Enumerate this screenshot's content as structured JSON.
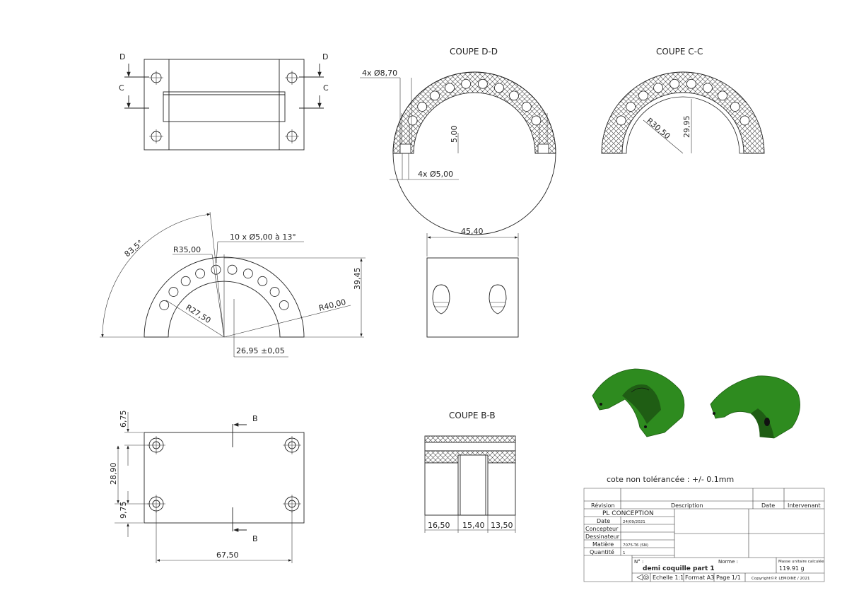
{
  "views": {
    "front": {
      "label_d": "D",
      "label_c": "C"
    },
    "section_dd": {
      "title": "COUPE D-D",
      "dim_holes_top": "4x Ø8,70",
      "dim_depth": "5,00",
      "dim_holes_bottom": "4x Ø5,00"
    },
    "section_cc": {
      "title": "COUPE C-C",
      "dim_radius": "R30,50",
      "dim_height": "29,95"
    },
    "arc_view": {
      "dim_angle": "83,5°",
      "dim_r35": "R35,00",
      "dim_holes": "10 x Ø5,00 à 13°",
      "dim_r27": "R27,50",
      "dim_r40": "R40,00",
      "dim_height": "39,45",
      "dim_offset": "26,95 ±0,05"
    },
    "side_view": {
      "dim_width": "45,40"
    },
    "bottom_view": {
      "dim_top": "6,75",
      "dim_mid": "28,90",
      "dim_low": "9,75",
      "dim_width": "67,50",
      "label_b": "B"
    },
    "section_bb": {
      "title": "COUPE B-B",
      "dim_a": "16,50",
      "dim_b": "15,40",
      "dim_c": "13,50"
    }
  },
  "note": "cote non tolérancée : +/- 0.1mm",
  "title_block": {
    "col_revision": "Révision",
    "col_description": "Description",
    "col_date": "Date",
    "col_intervenant": "Intervenant",
    "company": "PL CONCEPTION",
    "rows": [
      {
        "label": "Date",
        "value": "24/09/2021"
      },
      {
        "label": "Concepteur",
        "value": ""
      },
      {
        "label": "Dessinateur",
        "value": ""
      },
      {
        "label": "Matière",
        "value": "7075-T6 (SN)"
      },
      {
        "label": "Quantité",
        "value": "1"
      }
    ],
    "no_label": "N° :",
    "norme_label": "Norme :",
    "part_name": "demi coquille part 1",
    "mass_label": "Masse unitaire calculée",
    "mass_value": "119.91 g",
    "scale": "Echelle 1:1",
    "format": "Format A3",
    "page": "Page 1/1",
    "copyright": "Copyright©P. LEMOINE / 2021"
  },
  "colors": {
    "iso_part": "#2e8b1f",
    "iso_dark": "#1f5d14",
    "line": "#222222"
  }
}
